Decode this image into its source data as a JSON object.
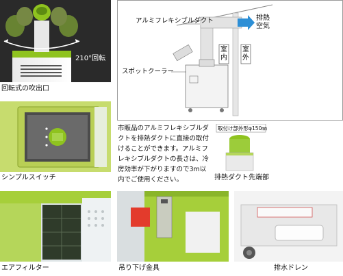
{
  "captions": {
    "outlet": "回転式の吹出口",
    "switch": "シンプルスイッチ",
    "filter": "エアフィルター",
    "hanger": "吊り下げ金具",
    "drain": "排水ドレン",
    "duct_tip": "排熱ダクト先端部"
  },
  "photo_labels": {
    "rotation": "210°回転",
    "tip_size": "取付け部外形φ150㎜"
  },
  "diagram": {
    "duct_label": "アルミフレキシブルダクト",
    "exhaust_label": "排熱\n空気",
    "cooler_label": "スポットクーラー",
    "indoor_label": "室\n内",
    "outdoor_label": "室\n外"
  },
  "description": "市販品のアルミフレキシブルダクトを排熱ダクトに直接の取付けることができます。アルミフレキシブルダクトの長さは、冷房効率が下がりますので3m以内でご使用ください。"
}
